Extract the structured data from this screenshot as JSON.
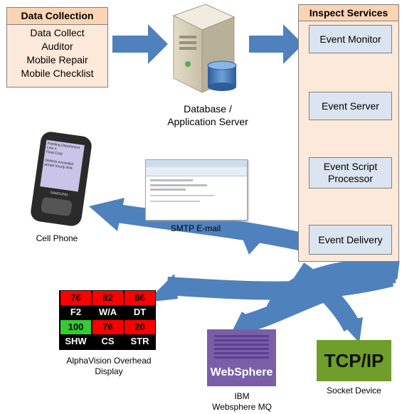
{
  "data_collection": {
    "title": "Data Collection",
    "items": [
      "Data Collect",
      "Auditor",
      "Mobile Repair",
      "Mobile Checklist"
    ]
  },
  "server": {
    "caption_line1": "Database /",
    "caption_line2": "Application Server"
  },
  "inspect_services": {
    "title": "Inspect Services",
    "event_monitor": "Event Monitor",
    "event_server": "Event Server",
    "event_script_line1": "Event Script",
    "event_script_line2": "Processor",
    "event_delivery": "Event Delivery"
  },
  "phone": {
    "screen_lines": [
      "Painting Department",
      "Line 4",
      "Final Coat",
      "",
      "Defects exceeded",
      "preset hourly limit."
    ],
    "brand": "SAMSUNG",
    "caption": "Cell Phone"
  },
  "email": {
    "caption": "SMTP E-mail"
  },
  "board": {
    "row1_values": [
      "76",
      "82",
      "86"
    ],
    "row1_labels": [
      "F2",
      "W/A",
      "DT"
    ],
    "row2_values": [
      "100",
      "76",
      "20"
    ],
    "row2_labels": [
      "SHW",
      "CS",
      "STR"
    ],
    "caption_line1": "AlphaVision Overhead",
    "caption_line2": "Display"
  },
  "ibm": {
    "logo_text": "WebSphere",
    "caption_line1": "IBM",
    "caption_line2": "Websphere MQ"
  },
  "tcp": {
    "logo_text": "TCP/IP",
    "caption": "Socket Device"
  },
  "colors": {
    "arrow_blue": "#4f81bd",
    "header_orange": "#fbd4b4",
    "panel_orange": "#fde9d9",
    "event_box": "#dbe5f1",
    "board_red": "#ff0000",
    "board_green": "#33cc33",
    "websphere_purple": "#7a5fa8",
    "tcp_green": "#6f9e2a"
  }
}
